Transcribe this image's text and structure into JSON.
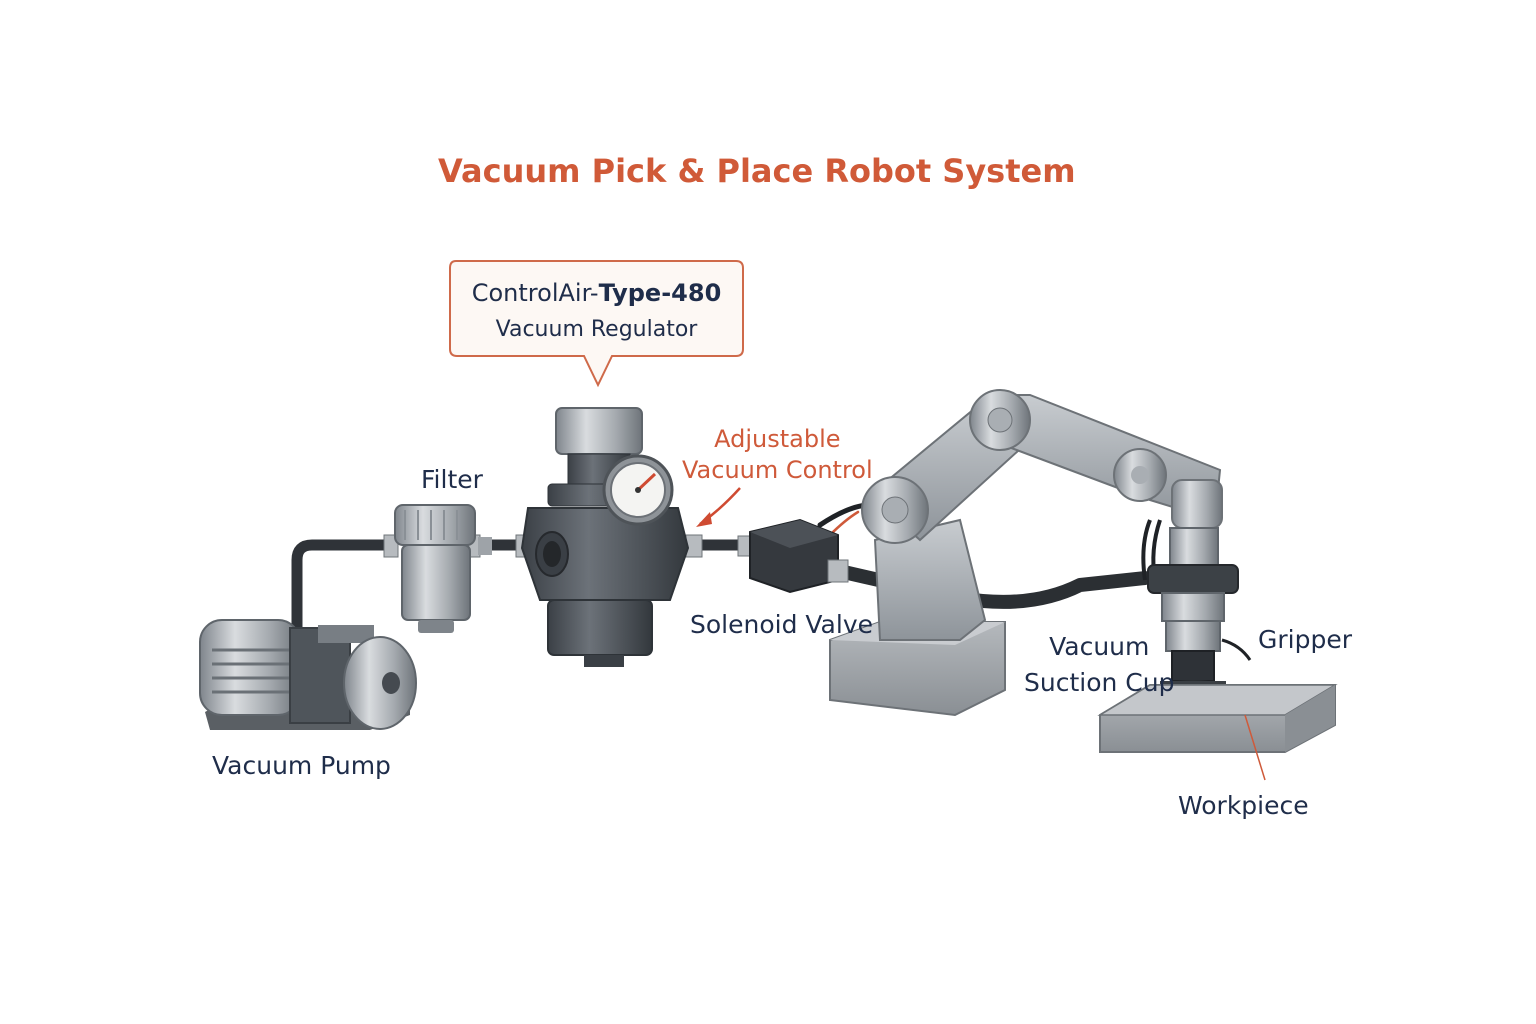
{
  "title": "Vacuum Pick & Place Robot System",
  "callout": {
    "brand": "ControlAir-",
    "model": "Type-480",
    "product": "Vacuum Regulator"
  },
  "annotation": {
    "line1": "Adjustable",
    "line2": "Vacuum Control"
  },
  "components": {
    "filter": "Filter",
    "vacuum_pump": "Vacuum Pump",
    "solenoid_valve": "Solenoid Valve",
    "suction_cup_line1": "Vacuum",
    "suction_cup_line2": "Suction Cup",
    "gripper": "Gripper",
    "workpiece": "Workpiece"
  },
  "colors": {
    "title": "#d05a38",
    "accent": "#cf5a3a",
    "label": "#1f2d4a",
    "metal": "#9aa0a6",
    "dark_metal": "#4a4f55"
  }
}
